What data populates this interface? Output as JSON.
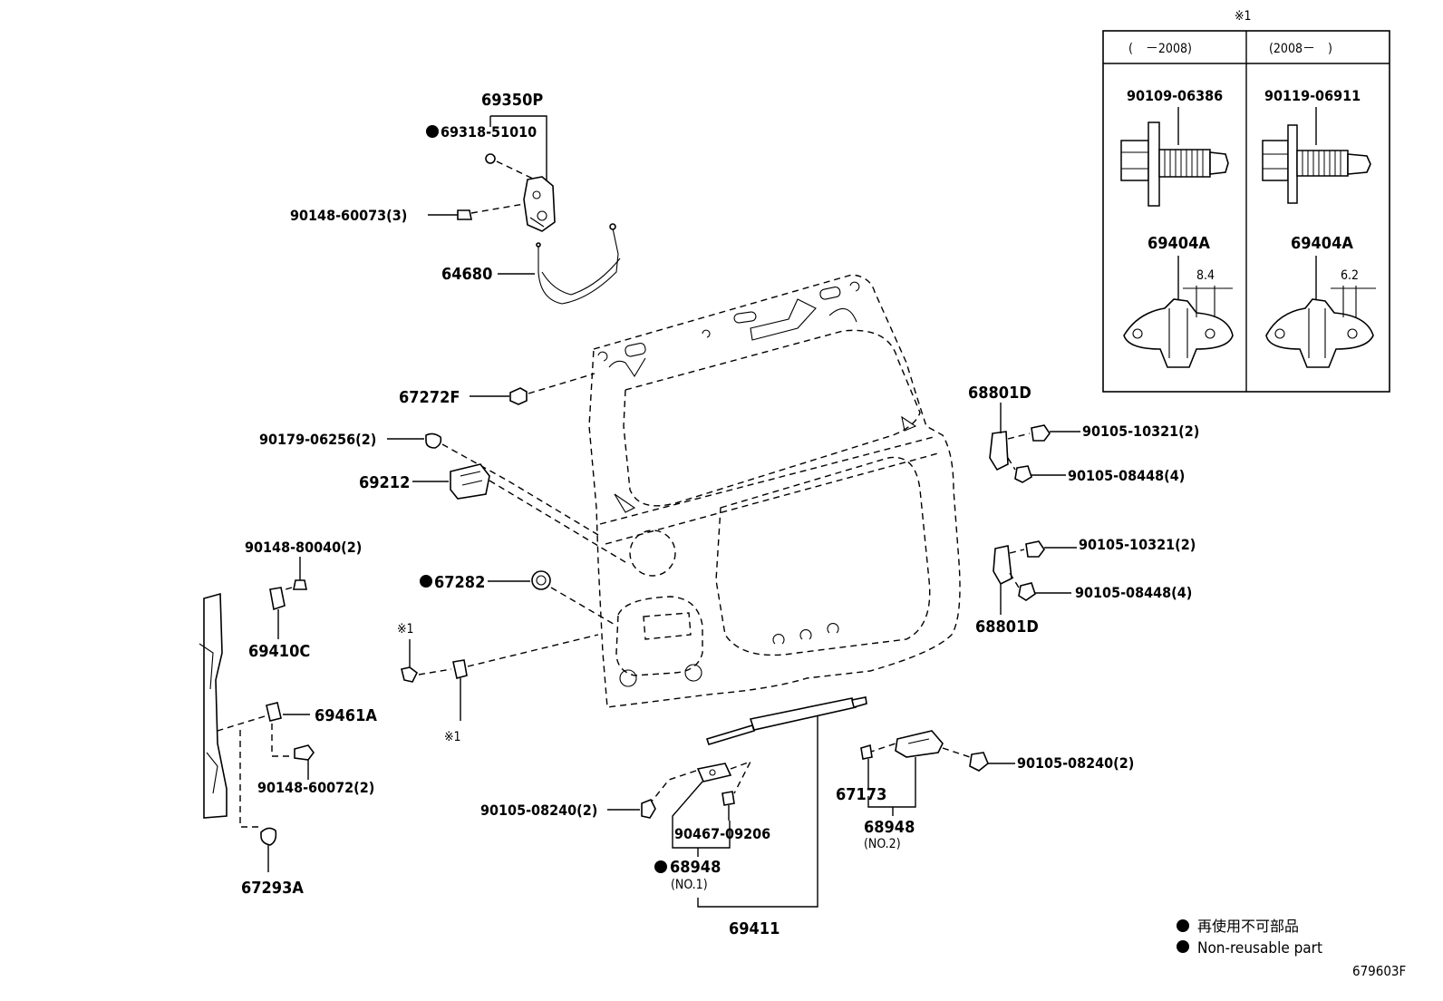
{
  "diagram": {
    "doc_code": "679603F",
    "legend": {
      "jp": "再使用不可部品",
      "en": "Non-reusable part"
    },
    "callouts": {
      "p69350P": "69350P",
      "p69318": "69318-51010",
      "p90148_60073": "90148-60073(3)",
      "p64680": "64680",
      "p67272F": "67272F",
      "p90179": "90179-06256(2)",
      "p69212": "69212",
      "p90148_80040": "90148-80040(2)",
      "p67282": "67282",
      "p69410C": "69410C",
      "p69461A": "69461A",
      "p90148_60072": "90148-60072(2)",
      "p67293A": "67293A",
      "ref1_a": "※1",
      "ref1_b": "※1",
      "p90105_08240_left": "90105-08240(2)",
      "p90467": "90467-09206",
      "p68948_no1": "68948",
      "p68948_no1_sub": "(NO.1)",
      "p69411": "69411",
      "p67173": "67173",
      "p68948_no2": "68948",
      "p68948_no2_sub": "(NO.2)",
      "p90105_08240_right": "90105-08240(2)",
      "p68801D_top": "68801D",
      "p90105_10321_top": "90105-10321(2)",
      "p90105_08448_top": "90105-08448(4)",
      "p90105_10321_bot": "90105-10321(2)",
      "p90105_08448_bot": "90105-08448(4)",
      "p68801D_bot": "68801D"
    },
    "inset": {
      "ref": "※1",
      "col1_header": "(　－2008)",
      "col2_header": "(2008－　)",
      "col1_bolt": "90109-06386",
      "col2_bolt": "90119-06911",
      "col1_striker": "69404A",
      "col2_striker": "69404A",
      "col1_dim": "8.4",
      "col2_dim": "6.2"
    }
  }
}
